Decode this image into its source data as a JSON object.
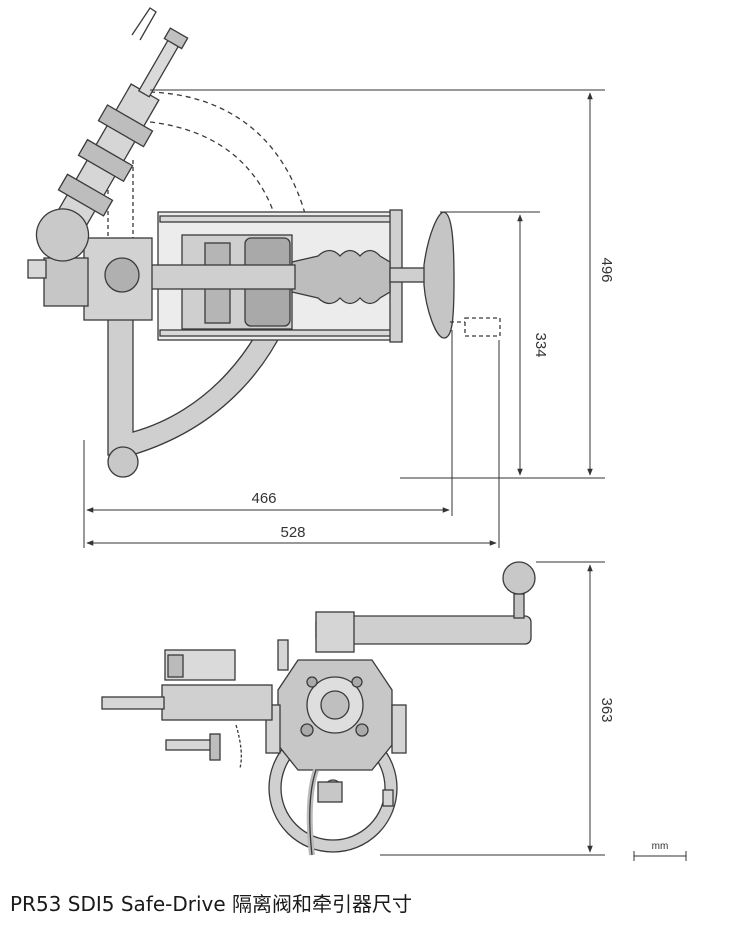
{
  "dimensions": {
    "top_height": "496",
    "top_handle_height": "334",
    "top_width_inner": "466",
    "top_width_outer": "528",
    "bottom_height": "363"
  },
  "unit_label": "mm",
  "caption": "PR53 SDI5 Safe-Drive 隔离阀和牵引器尺寸",
  "colors": {
    "outline": "#3a3a3a",
    "fill": "#cfcfcf",
    "fill_dark": "#a8a8a8",
    "dimension_line": "#333333"
  }
}
